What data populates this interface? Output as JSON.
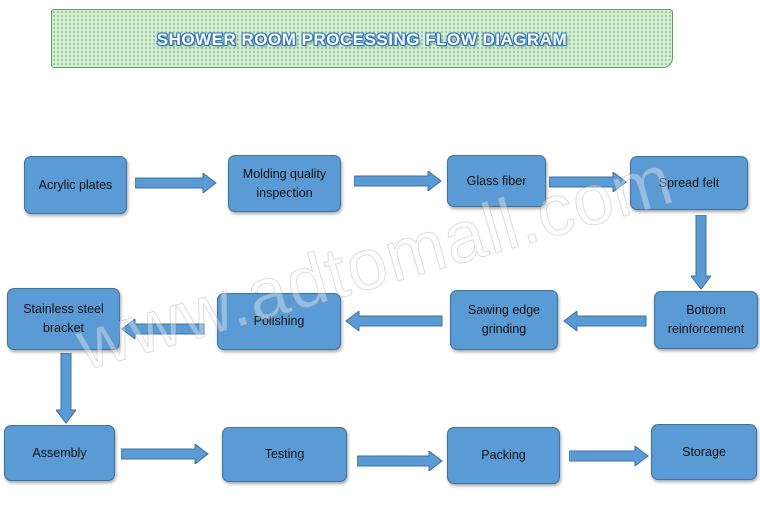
{
  "title": "SHOWER ROOM PROCESSING FLOW DIAGRAM",
  "watermark": "www.adtomall.com",
  "steps": {
    "acrylic_plates": "Acrylic plates",
    "molding_quality_inspection": "Molding quality inspection",
    "glass_fiber": "Glass fiber",
    "spread_felt": "Spread felt",
    "bottom_reinforcement": "Bottom reinforcement",
    "sawing_edge_grinding": "Sawing edge grinding",
    "polishing": "Polishing",
    "stainless_steel_bracket": "Stainless steel bracket",
    "assembly": "Assembly",
    "testing": "Testing",
    "packing": "Packing",
    "storage": "Storage"
  },
  "flow": [
    [
      "acrylic_plates",
      "molding_quality_inspection"
    ],
    [
      "molding_quality_inspection",
      "glass_fiber"
    ],
    [
      "glass_fiber",
      "spread_felt"
    ],
    [
      "spread_felt",
      "bottom_reinforcement"
    ],
    [
      "bottom_reinforcement",
      "sawing_edge_grinding"
    ],
    [
      "sawing_edge_grinding",
      "polishing"
    ],
    [
      "polishing",
      "stainless_steel_bracket"
    ],
    [
      "stainless_steel_bracket",
      "assembly"
    ],
    [
      "assembly",
      "testing"
    ],
    [
      "testing",
      "packing"
    ],
    [
      "packing",
      "storage"
    ]
  ],
  "colors": {
    "node_fill": "#5b9bd5",
    "node_border": "#41719c",
    "arrow_fill": "#5b9bd5",
    "banner_fill": "#d3f0d3",
    "title_color": "#ffffff",
    "title_outline": "#2c76bf"
  }
}
